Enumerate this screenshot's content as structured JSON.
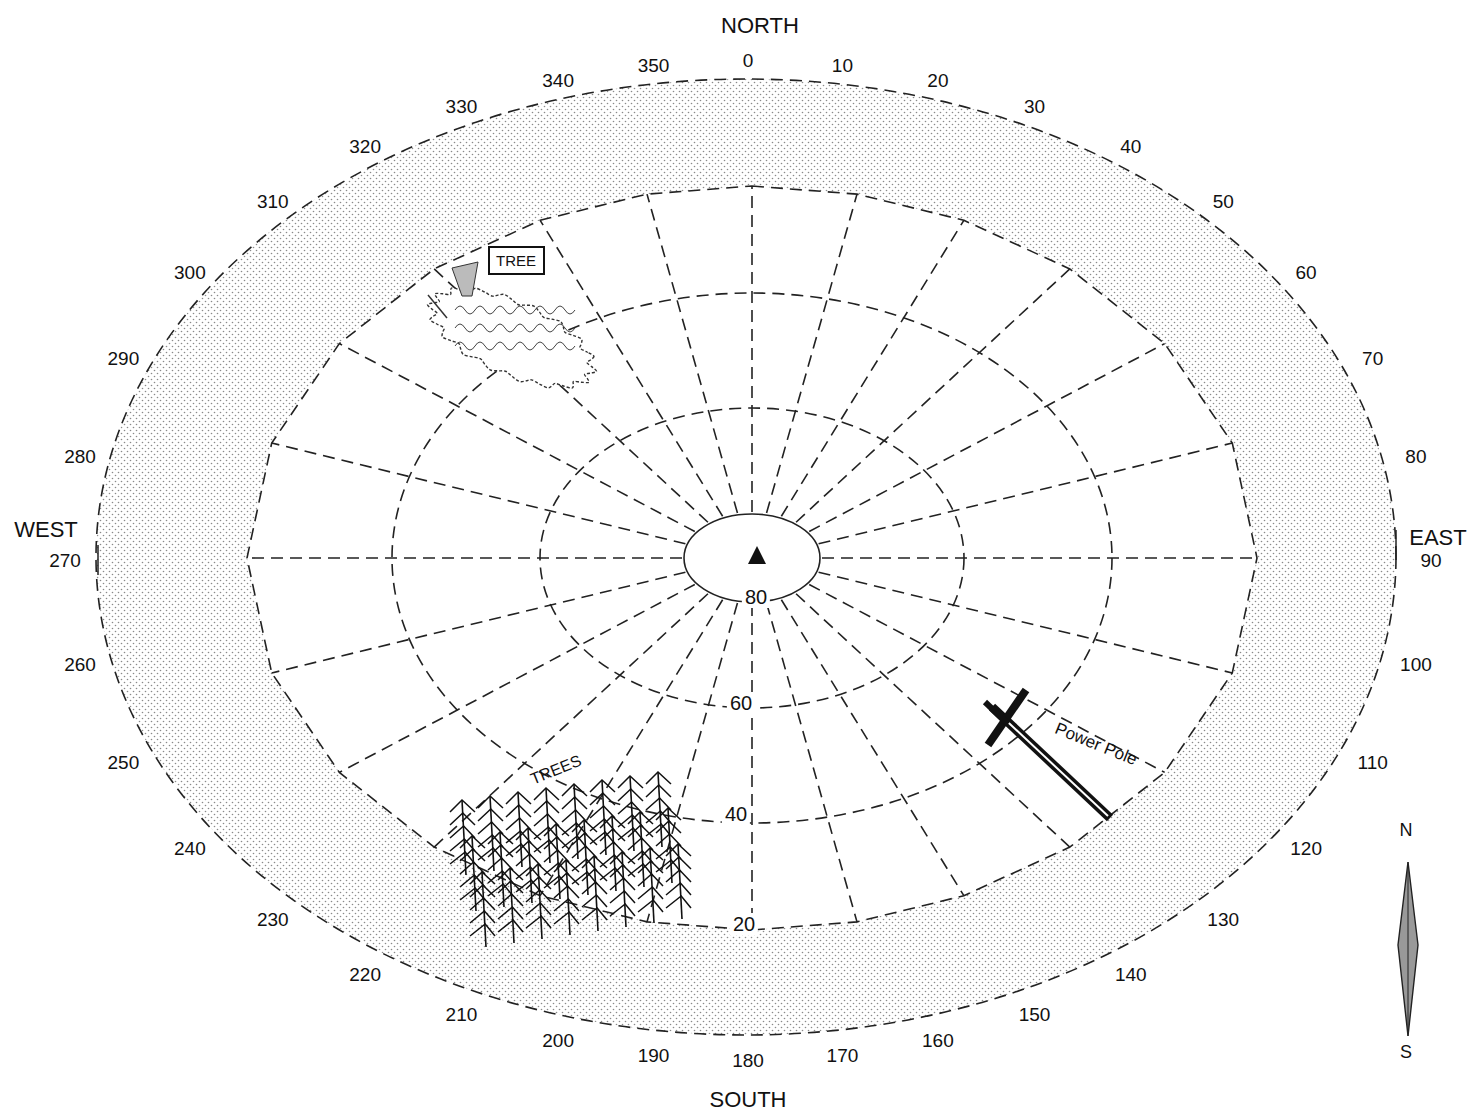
{
  "diagram": {
    "nodes": [
      {
        "text": [
          "TREE"
        ]
      }
    ],
    "labels": [
      "NORTH",
      "SOUTH",
      "WEST",
      "EAST",
      "0",
      "10",
      "20",
      "30",
      "40",
      "50",
      "60",
      "70",
      "80",
      "90",
      "100",
      "110",
      "120",
      "130",
      "140",
      "150",
      "160",
      "170",
      "180",
      "190",
      "200",
      "210",
      "220",
      "230",
      "240",
      "250",
      "260",
      "270",
      "280",
      "290",
      "300",
      "310",
      "320",
      "330",
      "340",
      "350",
      "80",
      "60",
      "40",
      "20",
      "TREES",
      "Power Pole",
      "N",
      "S"
    ]
  }
}
